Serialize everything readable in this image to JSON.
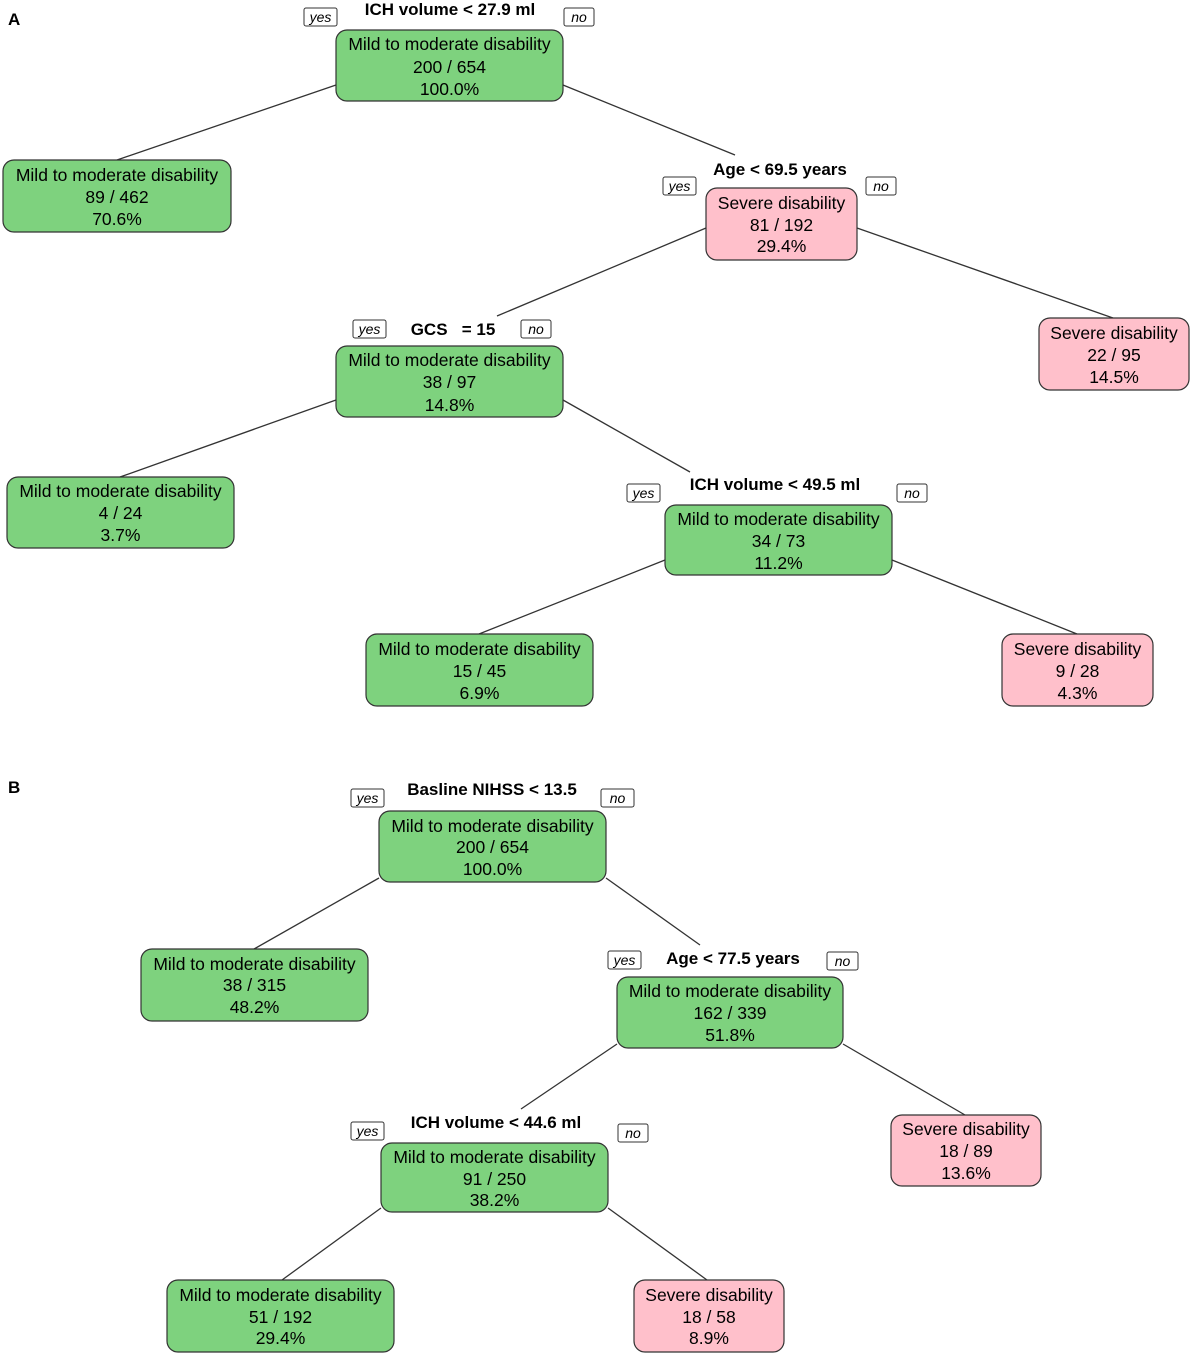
{
  "colors": {
    "mild": "#7ed27e",
    "severe": "#ffc0cb",
    "border": "#333333"
  },
  "labels": {
    "yes": "yes",
    "no": "no"
  },
  "panels": [
    {
      "label": "A",
      "nodes": [
        {
          "id": "a1",
          "cls": "Mild to moderate disability",
          "count": "200 / 654",
          "pct": "100.0%",
          "kind": "mild",
          "split": "ICH volume < 27.9 ml"
        },
        {
          "id": "a2",
          "cls": "Mild to moderate disability",
          "count": "89 / 462",
          "pct": "70.6%",
          "kind": "mild"
        },
        {
          "id": "a3",
          "cls": "Severe disability",
          "count": "81 / 192",
          "pct": "29.4%",
          "kind": "severe",
          "split": "Age < 69.5 years"
        },
        {
          "id": "a4",
          "cls": "Mild to moderate disability",
          "count": "38 / 97",
          "pct": "14.8%",
          "kind": "mild",
          "split": "GCS   = 15"
        },
        {
          "id": "a5",
          "cls": "Severe disability",
          "count": "22 / 95",
          "pct": "14.5%",
          "kind": "severe"
        },
        {
          "id": "a6",
          "cls": "Mild to moderate disability",
          "count": "4 / 24",
          "pct": "3.7%",
          "kind": "mild"
        },
        {
          "id": "a7",
          "cls": "Mild to moderate disability",
          "count": "34 / 73",
          "pct": "11.2%",
          "kind": "mild",
          "split": "ICH volume < 49.5 ml"
        },
        {
          "id": "a8",
          "cls": "Mild to moderate disability",
          "count": "15 / 45",
          "pct": "6.9%",
          "kind": "mild"
        },
        {
          "id": "a9",
          "cls": "Severe disability",
          "count": "9 / 28",
          "pct": "4.3%",
          "kind": "severe"
        }
      ]
    },
    {
      "label": "B",
      "nodes": [
        {
          "id": "b1",
          "cls": "Mild to moderate disability",
          "count": "200 / 654",
          "pct": "100.0%",
          "kind": "mild",
          "split": "Basline NIHSS < 13.5"
        },
        {
          "id": "b2",
          "cls": "Mild to moderate disability",
          "count": "38 / 315",
          "pct": "48.2%",
          "kind": "mild"
        },
        {
          "id": "b3",
          "cls": "Mild to moderate disability",
          "count": "162 / 339",
          "pct": "51.8%",
          "kind": "mild",
          "split": "Age < 77.5 years"
        },
        {
          "id": "b4",
          "cls": "Mild to moderate disability",
          "count": "91 / 250",
          "pct": "38.2%",
          "kind": "mild",
          "split": "ICH volume < 44.6 ml"
        },
        {
          "id": "b5",
          "cls": "Severe disability",
          "count": "18 / 89",
          "pct": "13.6%",
          "kind": "severe"
        },
        {
          "id": "b6",
          "cls": "Mild to moderate disability",
          "count": "51 / 192",
          "pct": "29.4%",
          "kind": "mild"
        },
        {
          "id": "b7",
          "cls": "Severe disability",
          "count": "18 / 58",
          "pct": "8.9%",
          "kind": "severe"
        }
      ]
    }
  ]
}
